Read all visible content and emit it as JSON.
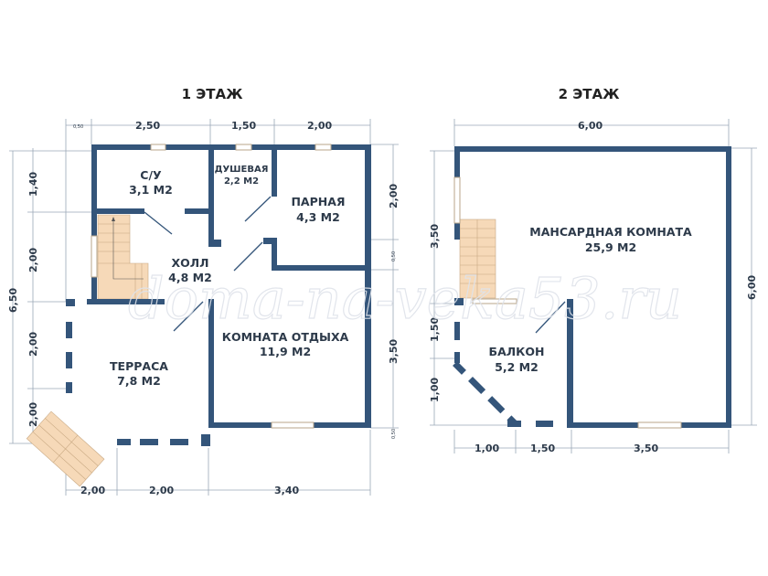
{
  "floor1": {
    "title": "1 ЭТАЖ",
    "rooms": [
      {
        "name": "С/У",
        "area": "3,1 М2"
      },
      {
        "name": "ДУШЕВАЯ",
        "area": "2,2 М2"
      },
      {
        "name": "ПАРНАЯ",
        "area": "4,3 М2"
      },
      {
        "name": "ХОЛЛ",
        "area": "4,8 М2"
      },
      {
        "name": "КОМНАТА ОТДЫХА",
        "area": "11,9 М2"
      },
      {
        "name": "ТЕРРАСА",
        "area": "7,8 М2"
      }
    ],
    "dims_top": [
      "0,50",
      "2,50",
      "1,50",
      "2,00"
    ],
    "dims_left": [
      "1,40",
      "2,00",
      "2,00",
      "2,00",
      "6,50"
    ],
    "dims_right": [
      "2,00",
      "0,50",
      "3,50",
      "0,50"
    ],
    "dims_bottom": [
      "2,00",
      "2,00",
      "3,40"
    ]
  },
  "floor2": {
    "title": "2 ЭТАЖ",
    "rooms": [
      {
        "name": "МАНСАРДНАЯ КОМНАТА",
        "area": "25,9 М2"
      },
      {
        "name": "БАЛКОН",
        "area": "5,2 М2"
      }
    ],
    "dims_top": [
      "6,00"
    ],
    "dims_left": [
      "3,50",
      "1,50",
      "1,00"
    ],
    "dims_right": [
      "6,00"
    ],
    "dims_bottom": [
      "1,00",
      "1,50",
      "3,50"
    ]
  },
  "watermark": "doma-na-veka53.ru",
  "colors": {
    "wall": "#34557a",
    "stairs": "#f6d9b8"
  }
}
